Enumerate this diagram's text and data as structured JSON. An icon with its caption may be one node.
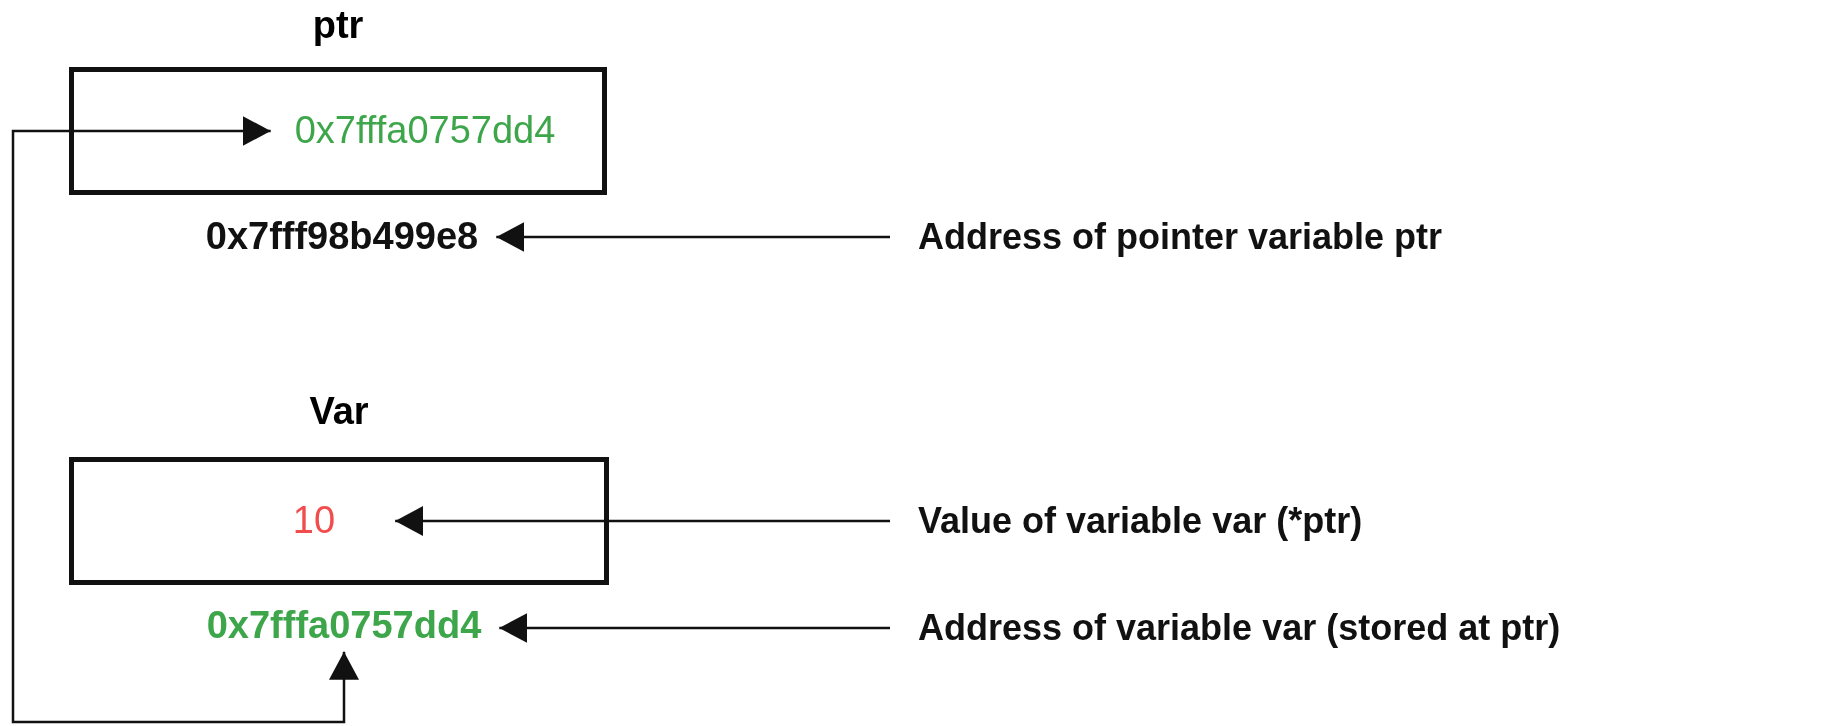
{
  "diagram": {
    "nodes": [
      {
        "text": [
          "ptr"
        ]
      },
      {
        "text": [
          "0x7fffa0757dd4"
        ],
        "in": 0
      },
      {
        "text": [
          "0x7fff98b499e8"
        ]
      },
      {
        "text": [
          "Address of pointer variable ptr"
        ]
      },
      {
        "text": [
          "Var"
        ]
      },
      {
        "text": [
          "10"
        ],
        "in": 4
      },
      {
        "text": [
          "Value of variable var (*ptr)"
        ]
      },
      {
        "text": [
          "0x7fffa0757dd4"
        ]
      },
      {
        "text": [
          "Address of variable var (stored at ptr)"
        ]
      }
    ],
    "edges": [
      {
        "from": 3,
        "to": 2,
        "arrow": "to"
      },
      {
        "from": 6,
        "to": 5,
        "arrow": "to"
      },
      {
        "from": 8,
        "to": 7,
        "arrow": "to"
      },
      {
        "from": 1,
        "to": 7,
        "arrow": "both"
      }
    ]
  }
}
